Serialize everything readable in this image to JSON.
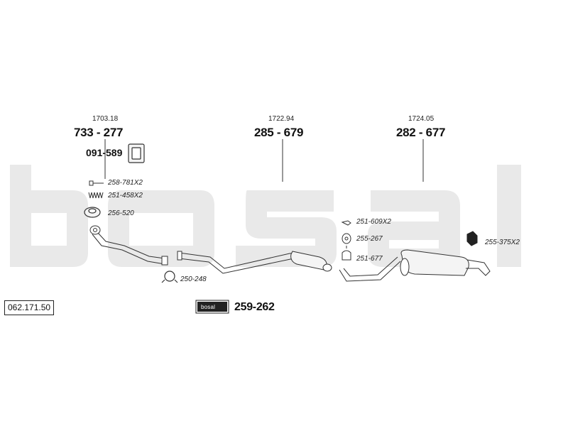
{
  "ref_number": "062.171.50",
  "watermark_text": "bosal",
  "kit": {
    "logo_text": "bosal",
    "part": "259-262"
  },
  "groups": [
    {
      "ref": "1703.18",
      "part": "733 - 277"
    },
    {
      "ref": "1722.94",
      "part": "285 - 679"
    },
    {
      "ref": "1724.05",
      "part": "282 - 677"
    }
  ],
  "sub_part": "091-589",
  "accessories": [
    {
      "code": "258-781X2",
      "icon": "bolt-icon"
    },
    {
      "code": "251-458X2",
      "icon": "spring-icon"
    },
    {
      "code": "256-520",
      "icon": "gasket-ring-icon"
    },
    {
      "code": "250-248",
      "icon": "clamp-icon"
    },
    {
      "code": "251-609X2",
      "icon": "bolt-icon"
    },
    {
      "code": "255-267",
      "icon": "rubber-mount-icon"
    },
    {
      "code": "251-677",
      "icon": "bracket-icon"
    },
    {
      "code": "255-375X2",
      "icon": "nut-icon"
    }
  ],
  "colors": {
    "line": "#333333",
    "watermark": "#e9e9e9",
    "badge": "#222222",
    "pipe_fill": "#f4f4f4"
  }
}
